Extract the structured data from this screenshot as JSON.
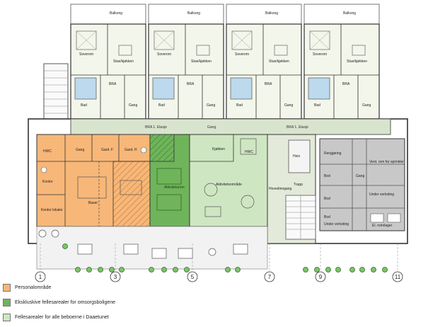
{
  "colors": {
    "personal": "#f7b778",
    "exclusive": "#6fb45a",
    "shared": "#cfe6c2",
    "corridor": "#d9e4cf",
    "service": "#c8c8c8",
    "residential": "#f3f6ea",
    "wall": "#333333",
    "bath": "#bcd9ee"
  },
  "units": [
    {
      "balcony": "Balkong",
      "kitchen": "Stue/kjøkken",
      "bath": "Bad",
      "bra": "BRA",
      "hall": "Gang",
      "bed": "Soverom"
    },
    {
      "balcony": "Balkong",
      "kitchen": "Stue/kjøkken",
      "bath": "Bad",
      "bra": "BRA",
      "hall": "Gang",
      "bed": "Soverom"
    },
    {
      "balcony": "Balkong",
      "kitchen": "Stue/kjøkken",
      "bath": "Bad",
      "bra": "BRA",
      "hall": "Gang",
      "bed": "Soverom"
    },
    {
      "balcony": "Balkong",
      "kitchen": "Stue/kjøkken",
      "bath": "Bad",
      "bra": "BRA",
      "hall": "Gang",
      "bed": "Soverom"
    }
  ],
  "rooms": {
    "bra_etasje_1": "BRA 1. Etasje",
    "bra_etasje_2": "BRA 1. Etasje",
    "corridor_gang": "Gang",
    "hwc_left": "HWC",
    "gang_1": "Gang",
    "garderobe_1": "Gard. F",
    "garderobe_2": "Gard. H",
    "gang_2": "Gang",
    "kontor_left": "Kontor",
    "baser": "Baser",
    "kontor_bottom": "Kontor lokaler",
    "kjokken": "Kjøkken",
    "hwc_right": "HWC",
    "aktivitet_1": "Aktivitetsrom",
    "aktivitet_2": "Aktivitetsområde",
    "hovedinngang": "Hovedinngang",
    "trapp": "Trapp",
    "heis": "Heis",
    "rengjoring": "Rengjøring",
    "bod_1": "Bod",
    "vent_rom": "Vent. rom for sprinkler",
    "gang_3": "Gang",
    "bod_2": "Bod",
    "under_1": "Under verksting",
    "bod_3": "Bod",
    "under_2": "Under verksting",
    "lager": "El. rom/lager"
  },
  "axes": [
    "1",
    "3",
    "5",
    "7",
    "9",
    "11"
  ],
  "legend": [
    {
      "label": "Personalområde",
      "color": "#f7b778"
    },
    {
      "label": "Ekskluskive fellesarealer for omsorgsboligene",
      "color": "#6fb45a"
    },
    {
      "label": "Fellesarealer for alle beboerne i Daaetunet",
      "color": "#cfe6c2"
    }
  ]
}
